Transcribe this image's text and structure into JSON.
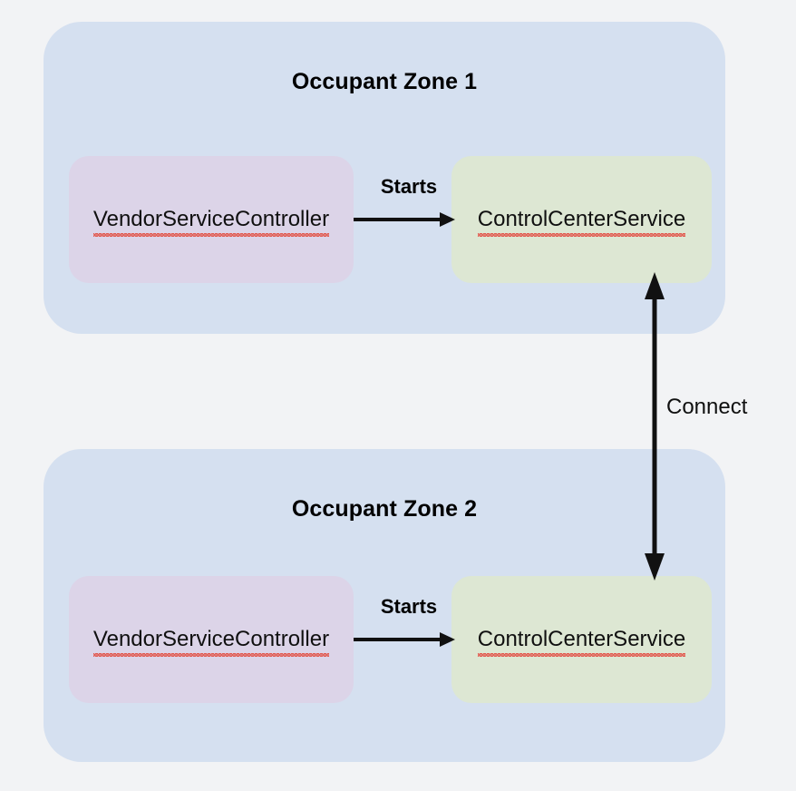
{
  "diagram": {
    "background_color": "#f2f3f5",
    "zone_color": "#d5e0f0",
    "purple_node_color": "#dcd4e8",
    "green_node_color": "#dde7d3",
    "arrow_color": "#111111",
    "spellcheck_underline_color": "#e2574c",
    "zones": [
      {
        "title": "Occupant Zone 1",
        "nodes": [
          {
            "label": "VendorServiceController",
            "type": "purple",
            "spellcheck_underline": true
          },
          {
            "label": "ControlCenterService",
            "type": "green",
            "spellcheck_underline": true
          }
        ],
        "edge_label": "Starts"
      },
      {
        "title": "Occupant Zone 2",
        "nodes": [
          {
            "label": "VendorServiceController",
            "type": "purple",
            "spellcheck_underline": true
          },
          {
            "label": "ControlCenterService",
            "type": "green",
            "spellcheck_underline": true
          }
        ],
        "edge_label": "Starts"
      }
    ],
    "cross_zone_edge": {
      "label": "Connect",
      "direction": "bidirectional"
    }
  }
}
